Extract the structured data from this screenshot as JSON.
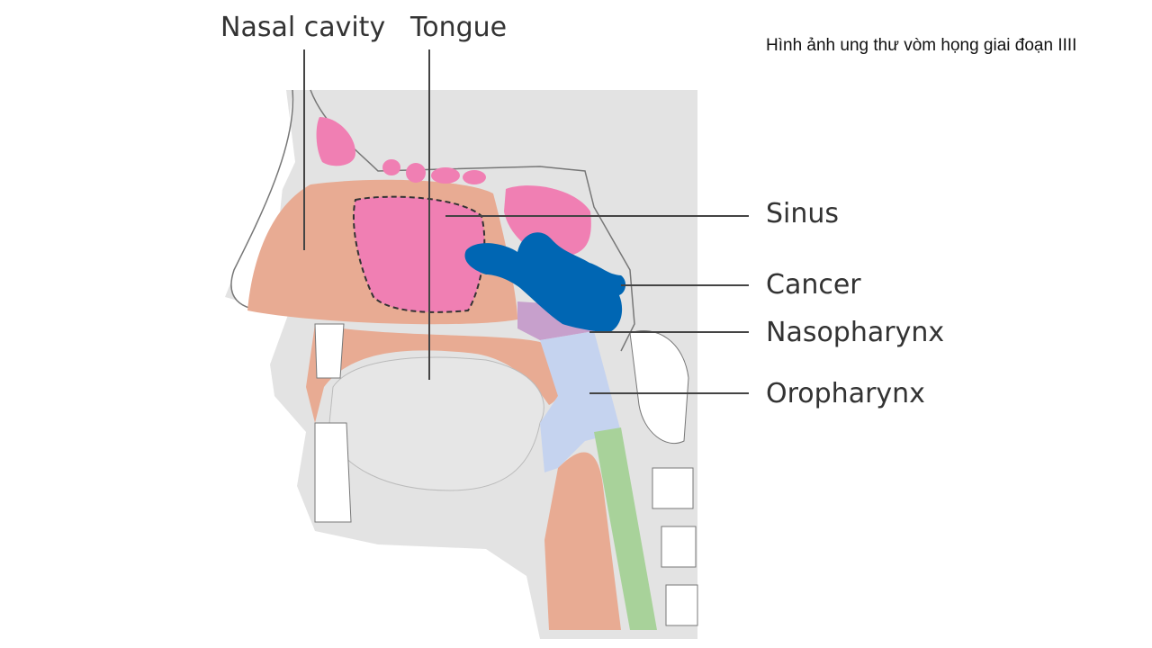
{
  "caption": "Hình ảnh ung thư vòm họng giai đoạn IIII",
  "labels": {
    "nasal_cavity": "Nasal cavity",
    "tongue": "Tongue",
    "sinus": "Sinus",
    "cancer": "Cancer",
    "nasopharynx": "Nasopharynx",
    "oropharynx": "Oropharynx"
  },
  "colors": {
    "background_tissue": "#e3e3e3",
    "nasal_cavity": "#e8ab93",
    "sinus": "#f07fb3",
    "cancer": "#0066b3",
    "nasopharynx": "#c7a0cc",
    "oropharynx": "#c5d3ef",
    "spine_cord": "#a8d29a",
    "leader_line": "#444444"
  }
}
